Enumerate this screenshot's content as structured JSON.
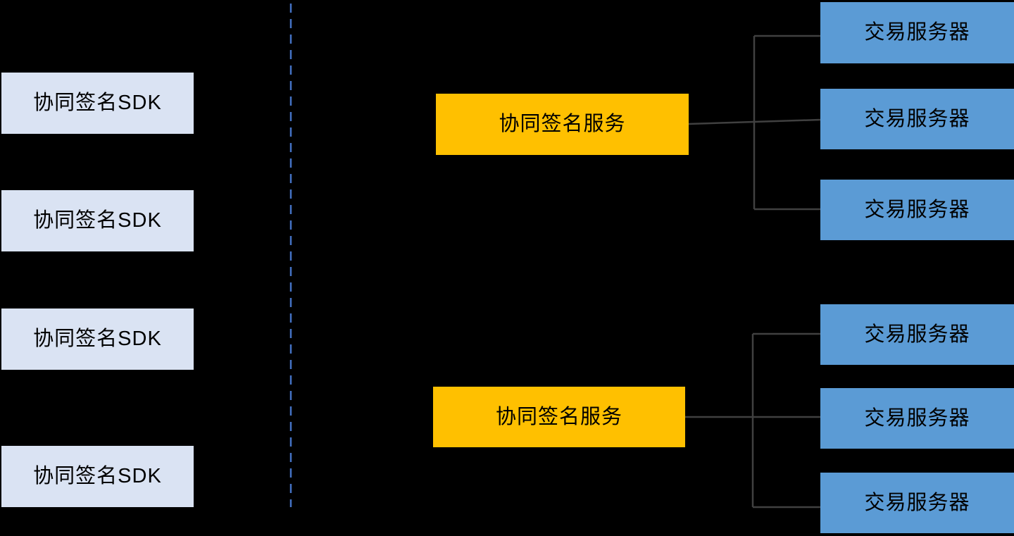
{
  "colors": {
    "background": "#000000",
    "sdk_box_fill": "#DAE3F3",
    "service_box_fill": "#FFC000",
    "server_box_fill": "#5B9BD5",
    "divider_line": "#4472C4",
    "connector_line": "#404040",
    "box_text": "#000000"
  },
  "left_column": {
    "items": [
      {
        "label": "协同签名SDK"
      },
      {
        "label": "协同签名SDK"
      },
      {
        "label": "协同签名SDK"
      },
      {
        "label": "协同签名SDK"
      }
    ]
  },
  "clusters": [
    {
      "service": {
        "label": "协同签名服务"
      },
      "servers": [
        {
          "label": "交易服务器"
        },
        {
          "label": "交易服务器"
        },
        {
          "label": "交易服务器"
        }
      ]
    },
    {
      "service": {
        "label": "协同签名服务"
      },
      "servers": [
        {
          "label": "交易服务器"
        },
        {
          "label": "交易服务器"
        },
        {
          "label": "交易服务器"
        }
      ]
    }
  ]
}
